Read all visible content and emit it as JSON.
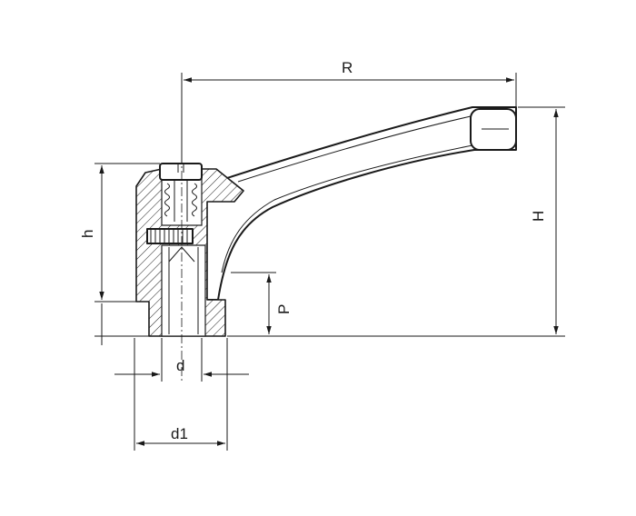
{
  "dimensions": {
    "R": "R",
    "H": "H",
    "h": "h",
    "P": "P",
    "d": "d",
    "d1": "d1"
  },
  "colors": {
    "line": "#1a1a1a",
    "background": "#ffffff"
  }
}
